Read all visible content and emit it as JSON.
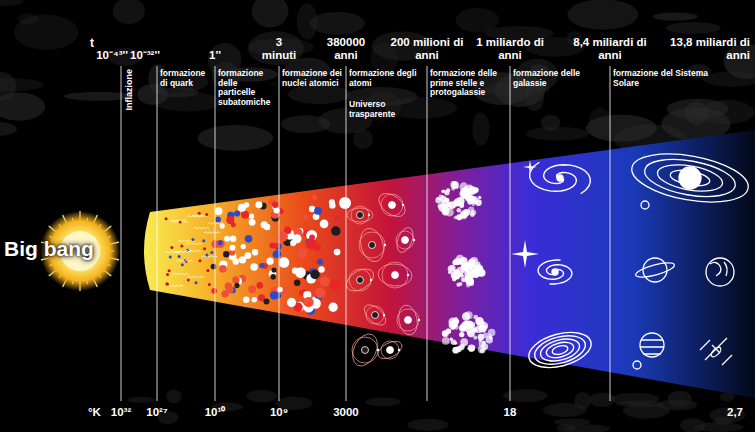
{
  "diagram": {
    "labels": [
      "t",
      "10⁻⁴³''",
      "10⁻³²''",
      "1''",
      "3 minuti",
      "380000 anni",
      "200 milioni di anni",
      "1 miliardo di anni",
      "8,4 miliardi di anni",
      "13,8 miliardi di anni",
      "Inflazione",
      "formazione di quark",
      "formazione delle particelle subatomiche",
      "formazione dei nuclei atomici",
      "formazione degli atomi",
      "Universo trasparente",
      "formazione delle prime stelle e protogalassie",
      "formazione delle galassie",
      "formazione del Sistema Solare",
      "Big bang",
      "°K",
      "10³²",
      "10²⁷",
      "10¹⁰",
      "10⁹",
      "3000",
      "18",
      "2,7"
    ]
  }
}
